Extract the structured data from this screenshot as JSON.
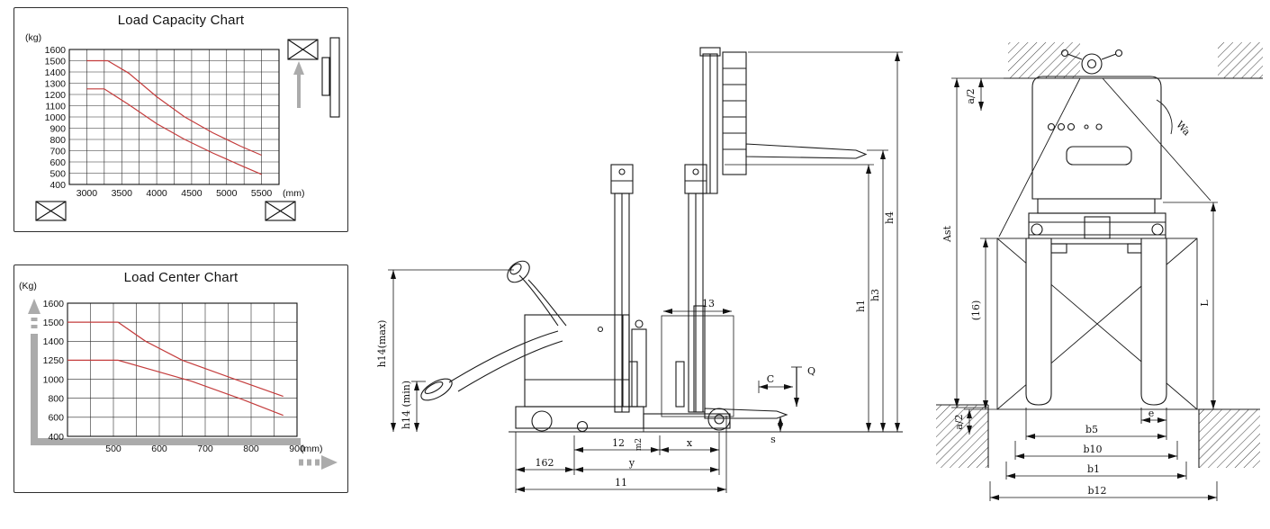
{
  "page": {
    "background": "#ffffff",
    "colors": {
      "curve_red": "#c43c3c",
      "arrow_gray": "#ababab",
      "line_black": "#1a1a1a"
    }
  },
  "icons": {
    "load_symbol": "crossed-box",
    "lift_arrow": "up-arrow",
    "travel_arrow": "right-arrow"
  },
  "chart_data": {
    "load_capacity": {
      "type": "line",
      "title": "Load Capacity Chart",
      "y_unit": "(kg)",
      "x_unit": "(mm)",
      "y_ticks": [
        1600,
        1500,
        1400,
        1300,
        1200,
        1100,
        1000,
        900,
        800,
        700,
        600,
        500,
        400
      ],
      "x_ticks": [
        3000,
        3500,
        4000,
        4500,
        5000,
        5500
      ],
      "x_range": [
        2750,
        5750
      ],
      "x_grid_step": 250,
      "grid": true,
      "legend": "none",
      "line_color": "#c43c3c",
      "series": [
        {
          "name": "capacity-curve-1500kg",
          "points": [
            [
              3000,
              1500
            ],
            [
              3300,
              1500
            ],
            [
              3600,
              1390
            ],
            [
              4000,
              1180
            ],
            [
              4400,
              1000
            ],
            [
              4800,
              860
            ],
            [
              5200,
              740
            ],
            [
              5500,
              660
            ]
          ]
        },
        {
          "name": "capacity-curve-1250kg",
          "points": [
            [
              3000,
              1250
            ],
            [
              3250,
              1250
            ],
            [
              3600,
              1110
            ],
            [
              4000,
              940
            ],
            [
              4400,
              800
            ],
            [
              4800,
              680
            ],
            [
              5200,
              570
            ],
            [
              5500,
              490
            ]
          ]
        }
      ]
    },
    "load_center": {
      "type": "line",
      "title": "Load Center Chart",
      "y_unit": "(Kg)",
      "x_unit": "(mm)",
      "y_ticks": [
        1600,
        1500,
        1400,
        1250,
        1000,
        800,
        600,
        400
      ],
      "x_ticks": [
        500,
        600,
        700,
        800,
        900
      ],
      "x_range": [
        400,
        900
      ],
      "x_grid_step": 50,
      "grid": true,
      "legend": "none",
      "line_color": "#c43c3c",
      "series": [
        {
          "name": "center-curve-1500kg",
          "points": [
            [
              400,
              1500
            ],
            [
              510,
              1500
            ],
            [
              570,
              1400
            ],
            [
              650,
              1250
            ],
            [
              760,
              1010
            ],
            [
              870,
              820
            ]
          ]
        },
        {
          "name": "center-curve-1250kg",
          "points": [
            [
              400,
              1250
            ],
            [
              510,
              1250
            ],
            [
              580,
              1130
            ],
            [
              670,
              980
            ],
            [
              780,
              790
            ],
            [
              870,
              620
            ]
          ]
        }
      ]
    }
  },
  "side_view": {
    "dims": {
      "h14max": "h14(max)",
      "h14min": "h14 (min)",
      "h1": "h1",
      "h3": "h3",
      "h4": "h4",
      "h13": "13",
      "load_center": "C",
      "load": "Q",
      "x": "x",
      "s": "s",
      "y": "y",
      "l2": "12",
      "rear_overhang": "162",
      "l1": "11",
      "m2": "m2"
    }
  },
  "front_view": {
    "dims": {
      "a2_top": "a/2",
      "a2_bottom": "a/2",
      "wa": "Wa",
      "ast": "Ast",
      "l6": "(16)",
      "length": "L",
      "e": "e",
      "b5": "b5",
      "b10": "b10",
      "b1": "b1",
      "b12": "b12"
    }
  }
}
